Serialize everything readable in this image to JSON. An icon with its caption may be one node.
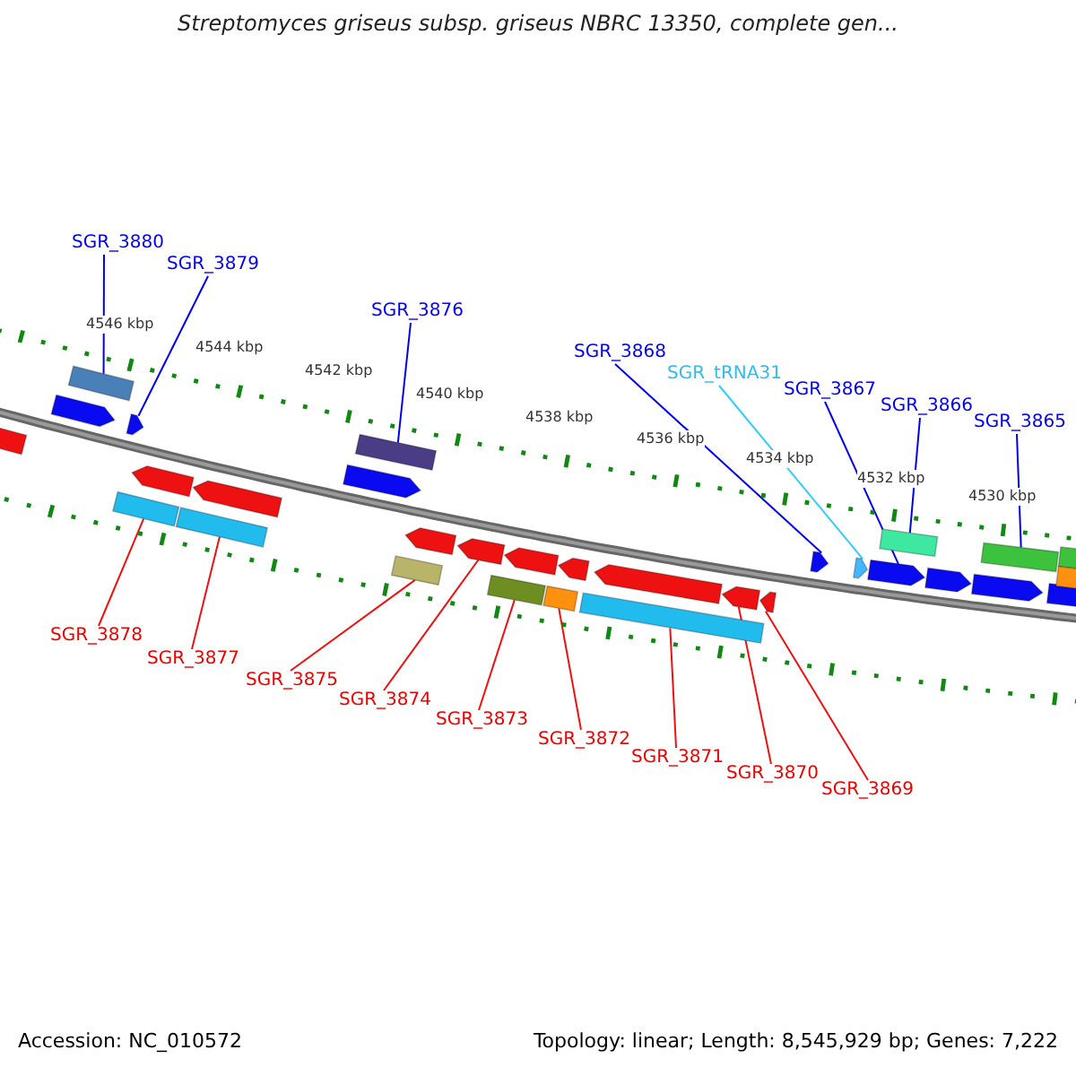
{
  "diagram": {
    "title": "Streptomyces griseus subsp. griseus NBRC 13350, complete gen...",
    "nodes": [
      {
        "text": [
          "SGR_3880"
        ]
      },
      {
        "text": [
          "SGR_3879"
        ]
      },
      {
        "text": [
          "SGR_3876"
        ]
      },
      {
        "text": [
          "SGR_3868"
        ]
      },
      {
        "text": [
          "SGR_tRNA31"
        ]
      },
      {
        "text": [
          "SGR_3867"
        ]
      },
      {
        "text": [
          "SGR_3866"
        ]
      },
      {
        "text": [
          "SGR_3865"
        ]
      },
      {
        "text": [
          "SGR_3878"
        ]
      },
      {
        "text": [
          "SGR_3877"
        ]
      },
      {
        "text": [
          "SGR_3875"
        ]
      },
      {
        "text": [
          "SGR_3874"
        ]
      },
      {
        "text": [
          "SGR_3873"
        ]
      },
      {
        "text": [
          "SGR_3872"
        ]
      },
      {
        "text": [
          "SGR_3871"
        ]
      },
      {
        "text": [
          "SGR_3870"
        ]
      },
      {
        "text": [
          "SGR_3869"
        ]
      },
      {
        "text": [],
        "shape": "box"
      },
      {
        "text": [],
        "shape": "pentagon"
      },
      {
        "text": [],
        "shape": "box"
      },
      {
        "text": [],
        "shape": "pentagon"
      },
      {
        "text": [],
        "shape": "box"
      },
      {
        "text": [],
        "shape": "pentagon"
      },
      {
        "text": [],
        "shape": "box"
      },
      {
        "text": [],
        "shape": "pentagon"
      },
      {
        "text": [],
        "shape": "pentagon"
      },
      {
        "text": [],
        "shape": "box"
      },
      {
        "text": [],
        "shape": "box"
      },
      {
        "text": [],
        "shape": "pentagon"
      },
      {
        "text": [],
        "shape": "pentagon"
      },
      {
        "text": [],
        "shape": "box"
      },
      {
        "text": [],
        "shape": "pentagon"
      },
      {
        "text": [],
        "shape": "box"
      },
      {
        "text": [],
        "shape": "pentagon"
      },
      {
        "text": [],
        "shape": "box"
      },
      {
        "text": [],
        "shape": "pentagon"
      },
      {
        "text": [],
        "shape": "pentagon"
      },
      {
        "text": [],
        "shape": "pentagon"
      },
      {
        "text": [],
        "shape": "pentagon"
      },
      {
        "text": [],
        "shape": "pentagon"
      },
      {
        "text": [],
        "shape": "pentagon"
      },
      {
        "text": [],
        "shape": "box"
      },
      {
        "text": [],
        "shape": "pentagon"
      },
      {
        "text": [],
        "shape": "pentagon"
      },
      {
        "text": [],
        "shape": "box"
      },
      {
        "text": [],
        "shape": "pentagon"
      },
      {
        "text": [],
        "shape": "box"
      },
      {
        "text": [],
        "shape": "box"
      }
    ],
    "edges": [
      {
        "from": 0,
        "to": 19,
        "arrow": "none",
        "color": "#0000ee"
      },
      {
        "from": 1,
        "to": 20,
        "arrow": "none",
        "color": "#0000ee"
      },
      {
        "from": 2,
        "to": 26,
        "arrow": "none",
        "color": "#0000ee"
      },
      {
        "from": 3,
        "to": 38,
        "arrow": "none",
        "color": "#0000ee"
      },
      {
        "from": 4,
        "to": 39,
        "arrow": "none",
        "color": "#33ccff"
      },
      {
        "from": 5,
        "to": 40,
        "arrow": "none",
        "color": "#0000ee"
      },
      {
        "from": 6,
        "to": 41,
        "arrow": "none",
        "color": "#0000ee"
      },
      {
        "from": 7,
        "to": 44,
        "arrow": "none",
        "color": "#0000ee"
      },
      {
        "from": 8,
        "to": 21,
        "arrow": "none"
      },
      {
        "from": 9,
        "to": 23,
        "arrow": "none"
      },
      {
        "from": 10,
        "to": 27,
        "arrow": "none"
      },
      {
        "from": 11,
        "to": 29,
        "arrow": "none"
      },
      {
        "from": 12,
        "to": 30,
        "arrow": "none"
      },
      {
        "from": 13,
        "to": 32,
        "arrow": "none"
      },
      {
        "from": 14,
        "to": 34,
        "arrow": "none"
      },
      {
        "from": 15,
        "to": 36,
        "arrow": "none"
      },
      {
        "from": 16,
        "to": 37,
        "arrow": "none"
      }
    ],
    "labels": [
      "4546 kbp",
      "4544 kbp",
      "4542 kbp",
      "4540 kbp",
      "4538 kbp",
      "4536 kbp",
      "4534 kbp",
      "4532 kbp",
      "4530 kbp",
      "Accession: NC_010572",
      "Topology: linear; Length: 8,545,929 bp; Genes: 7,222"
    ]
  }
}
